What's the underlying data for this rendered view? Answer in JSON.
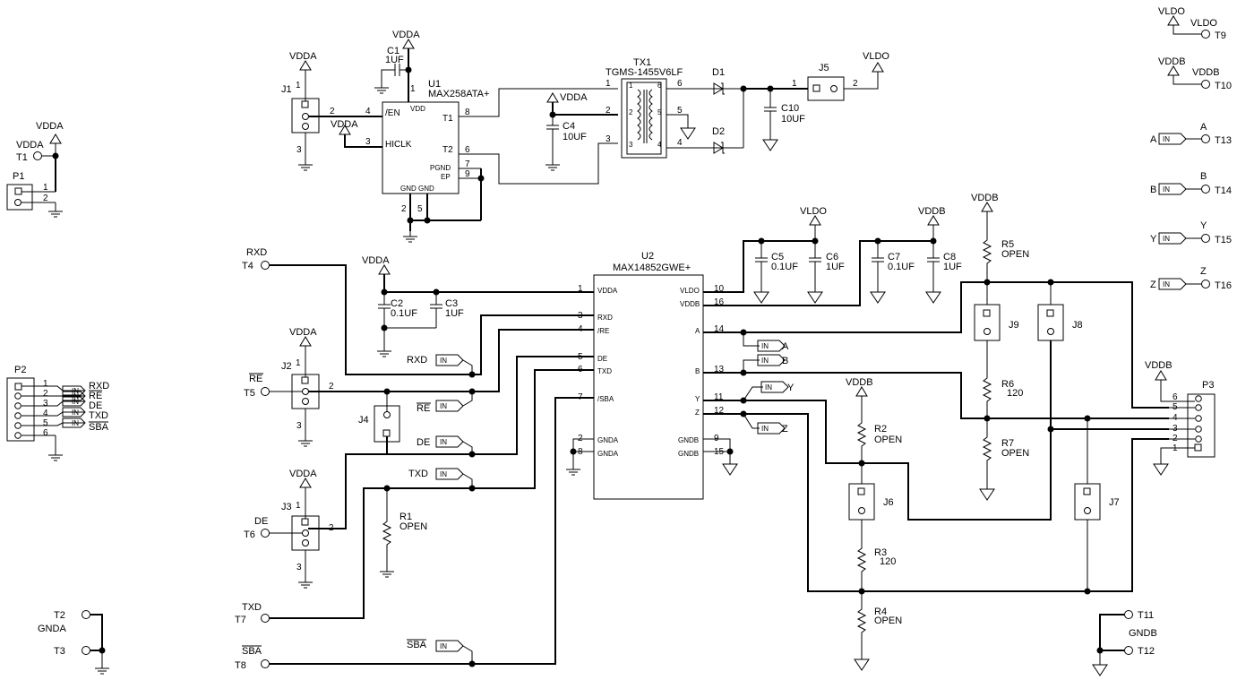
{
  "labels": {
    "u1_ref": "U1",
    "u1_part": "MAX258ATA+",
    "u1_en": "/EN",
    "u1_vdd": "VDD",
    "u1_hiclk": "HICLK",
    "u1_t1": "T1",
    "u1_t2": "T2",
    "u1_pgnd": "PGND",
    "u1_ep": "EP",
    "u1_gnd": "GND GND",
    "u1_p1": "1",
    "u1_p4": "4",
    "u1_p3": "3",
    "u1_p8": "8",
    "u1_p6": "6",
    "u1_p7": "7",
    "u1_p9": "9",
    "u1_p2": "2",
    "u1_p5": "5",
    "u2_ref": "U2",
    "u2_part": "MAX14852GWE+",
    "u2_vdda": "VDDA",
    "u2_rxd": "RXD",
    "u2_re": "/RE",
    "u2_de": "DE",
    "u2_txd": "TXD",
    "u2_sba": "/SBA",
    "u2_gnda1": "GNDA",
    "u2_gnda2": "GNDA",
    "u2_vldo": "VLDO",
    "u2_vddb": "VDDB",
    "u2_a": "A",
    "u2_b": "B",
    "u2_y": "Y",
    "u2_z": "Z",
    "u2_gndb1": "GNDB",
    "u2_gndb2": "GNDB",
    "u2_p1": "1",
    "u2_p3": "3",
    "u2_p4": "4",
    "u2_p5": "5",
    "u2_p6": "6",
    "u2_p7": "7",
    "u2_p2": "2",
    "u2_p8": "8",
    "u2_p10": "10",
    "u2_p16": "16",
    "u2_p14": "14",
    "u2_p13": "13",
    "u2_p11": "11",
    "u2_p12": "12",
    "u2_p9": "9",
    "u2_p15": "15",
    "tx1_ref": "TX1",
    "tx1_part": "TGMS-1455V6LF",
    "tx1_p1": "1",
    "tx1_p2": "2",
    "tx1_p3": "3",
    "tx1_p4": "4",
    "tx1_p5": "5",
    "tx1_p6": "6",
    "d1": "D1",
    "d2": "D2",
    "c1": "C1",
    "c1v": "1UF",
    "c2": "C2",
    "c2v": "0.1UF",
    "c3": "C3",
    "c3v": "1UF",
    "c4": "C4",
    "c4v": "10UF",
    "c10": "C10",
    "c10v": "10UF",
    "c5": "C5",
    "c5v": "0.1UF",
    "c6": "C6",
    "c6v": "1UF",
    "c7": "C7",
    "c7v": "0.1UF",
    "c8": "C8",
    "c8v": "1UF",
    "r1": "R1",
    "r1v": "OPEN",
    "r2": "R2",
    "r2v": "OPEN",
    "r3": "R3",
    "r3v": "120",
    "r4": "R4",
    "r4v": "OPEN",
    "r5": "R5",
    "r5v": "OPEN",
    "r6": "R6",
    "r6v": "120",
    "r7": "R7",
    "r7v": "OPEN",
    "j1": "J1",
    "j2": "J2",
    "j3": "J3",
    "j4": "J4",
    "j5": "J5",
    "j6": "J6",
    "j7": "J7",
    "j8": "J8",
    "j9": "J9",
    "j1_p1": "1",
    "j1_p2": "2",
    "j1_p3": "3",
    "j2_p1": "1",
    "j2_p2": "2",
    "j2_p3": "3",
    "j3_p1": "1",
    "j3_p2": "2",
    "j3_p3": "3",
    "j5_p1": "1",
    "j5_p2": "2",
    "p1": "P1",
    "p1_1": "1",
    "p1_2": "2",
    "p2": "P2",
    "p2_1": "1",
    "p2_2": "2",
    "p2_3": "3",
    "p2_4": "4",
    "p2_5": "5",
    "p2_6": "6",
    "p2_rxd": "RXD",
    "p2_re": "RE",
    "p2_de": "DE",
    "p2_txd": "TXD",
    "p2_sba": "SBA",
    "p3": "P3",
    "p3_1": "1",
    "p3_2": "2",
    "p3_3": "3",
    "p3_4": "4",
    "p3_5": "5",
    "p3_6": "6",
    "t1": "T1",
    "t2": "T2",
    "t3": "T3",
    "t4": "T4",
    "t5": "T5",
    "t6": "T6",
    "t7": "T7",
    "t8": "T8",
    "t9": "T9",
    "t10": "T10",
    "t11": "T11",
    "t12": "T12",
    "t13": "T13",
    "t14": "T14",
    "t15": "T15",
    "t16": "T16",
    "net_vdda": "VDDA",
    "net_vddb": "VDDB",
    "net_vldo": "VLDO",
    "net_gnda": "GNDA",
    "net_gndb": "GNDB",
    "net_rxd": "RXD",
    "net_re": "RE",
    "net_de": "DE",
    "net_txd": "TXD",
    "net_sba": "SBA",
    "net_a": "A",
    "net_b": "B",
    "net_y": "Y",
    "net_z": "Z",
    "in": "IN"
  }
}
